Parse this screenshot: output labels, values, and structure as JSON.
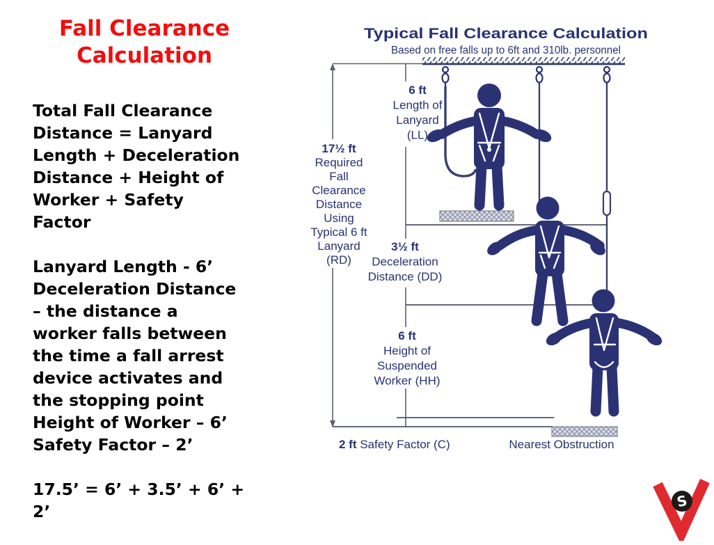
{
  "slide": {
    "title_lines": [
      "Fall Clearance",
      "Calculation"
    ],
    "title_color": "#f10e0e",
    "body_paragraphs": {
      "p1": [
        "Total Fall Clearance",
        "Distance = Lanyard",
        "Length + Deceleration",
        "Distance + Height of",
        "Worker + Safety",
        "Factor"
      ],
      "p2": [
        "Lanyard Length - 6’",
        "Deceleration Distance",
        "– the distance a",
        "worker falls between",
        "the time a fall arrest",
        "device activates and",
        "the stopping point",
        "Height of Worker – 6’",
        "Safety Factor – 2’"
      ],
      "p3": [
        "17.5’ = 6’ + 3.5’ + 6’ +",
        "2’"
      ]
    }
  },
  "diagram": {
    "title": "Typical Fall Clearance Calculation",
    "subtitle": "Based on free falls up to 6ft and 310lb. personnel",
    "labels": {
      "lanyard_length": [
        "6 ft",
        "Length of",
        "Lanyard",
        "(LL)"
      ],
      "required_distance": [
        "17½ ft",
        "Required",
        "Fall",
        "Clearance",
        "Distance",
        "Using",
        "Typical 6 ft",
        "Lanyard",
        "(RD)"
      ],
      "deceleration": [
        "3½ ft",
        "Deceleration",
        "Distance (DD)"
      ],
      "worker_height": [
        "6 ft",
        "Height of",
        "Suspended",
        "Worker (HH)"
      ],
      "safety_value": "2 ft",
      "safety_text": " Safety Factor (C)",
      "obstruction": "Nearest Obstruction"
    },
    "colors": {
      "navy": "#2b3274",
      "label_text": "#283272",
      "dim_line": "#5a5f6e"
    }
  },
  "logo": {
    "letter": "S",
    "red": "#df2b30",
    "black": "#1b1b1b"
  }
}
